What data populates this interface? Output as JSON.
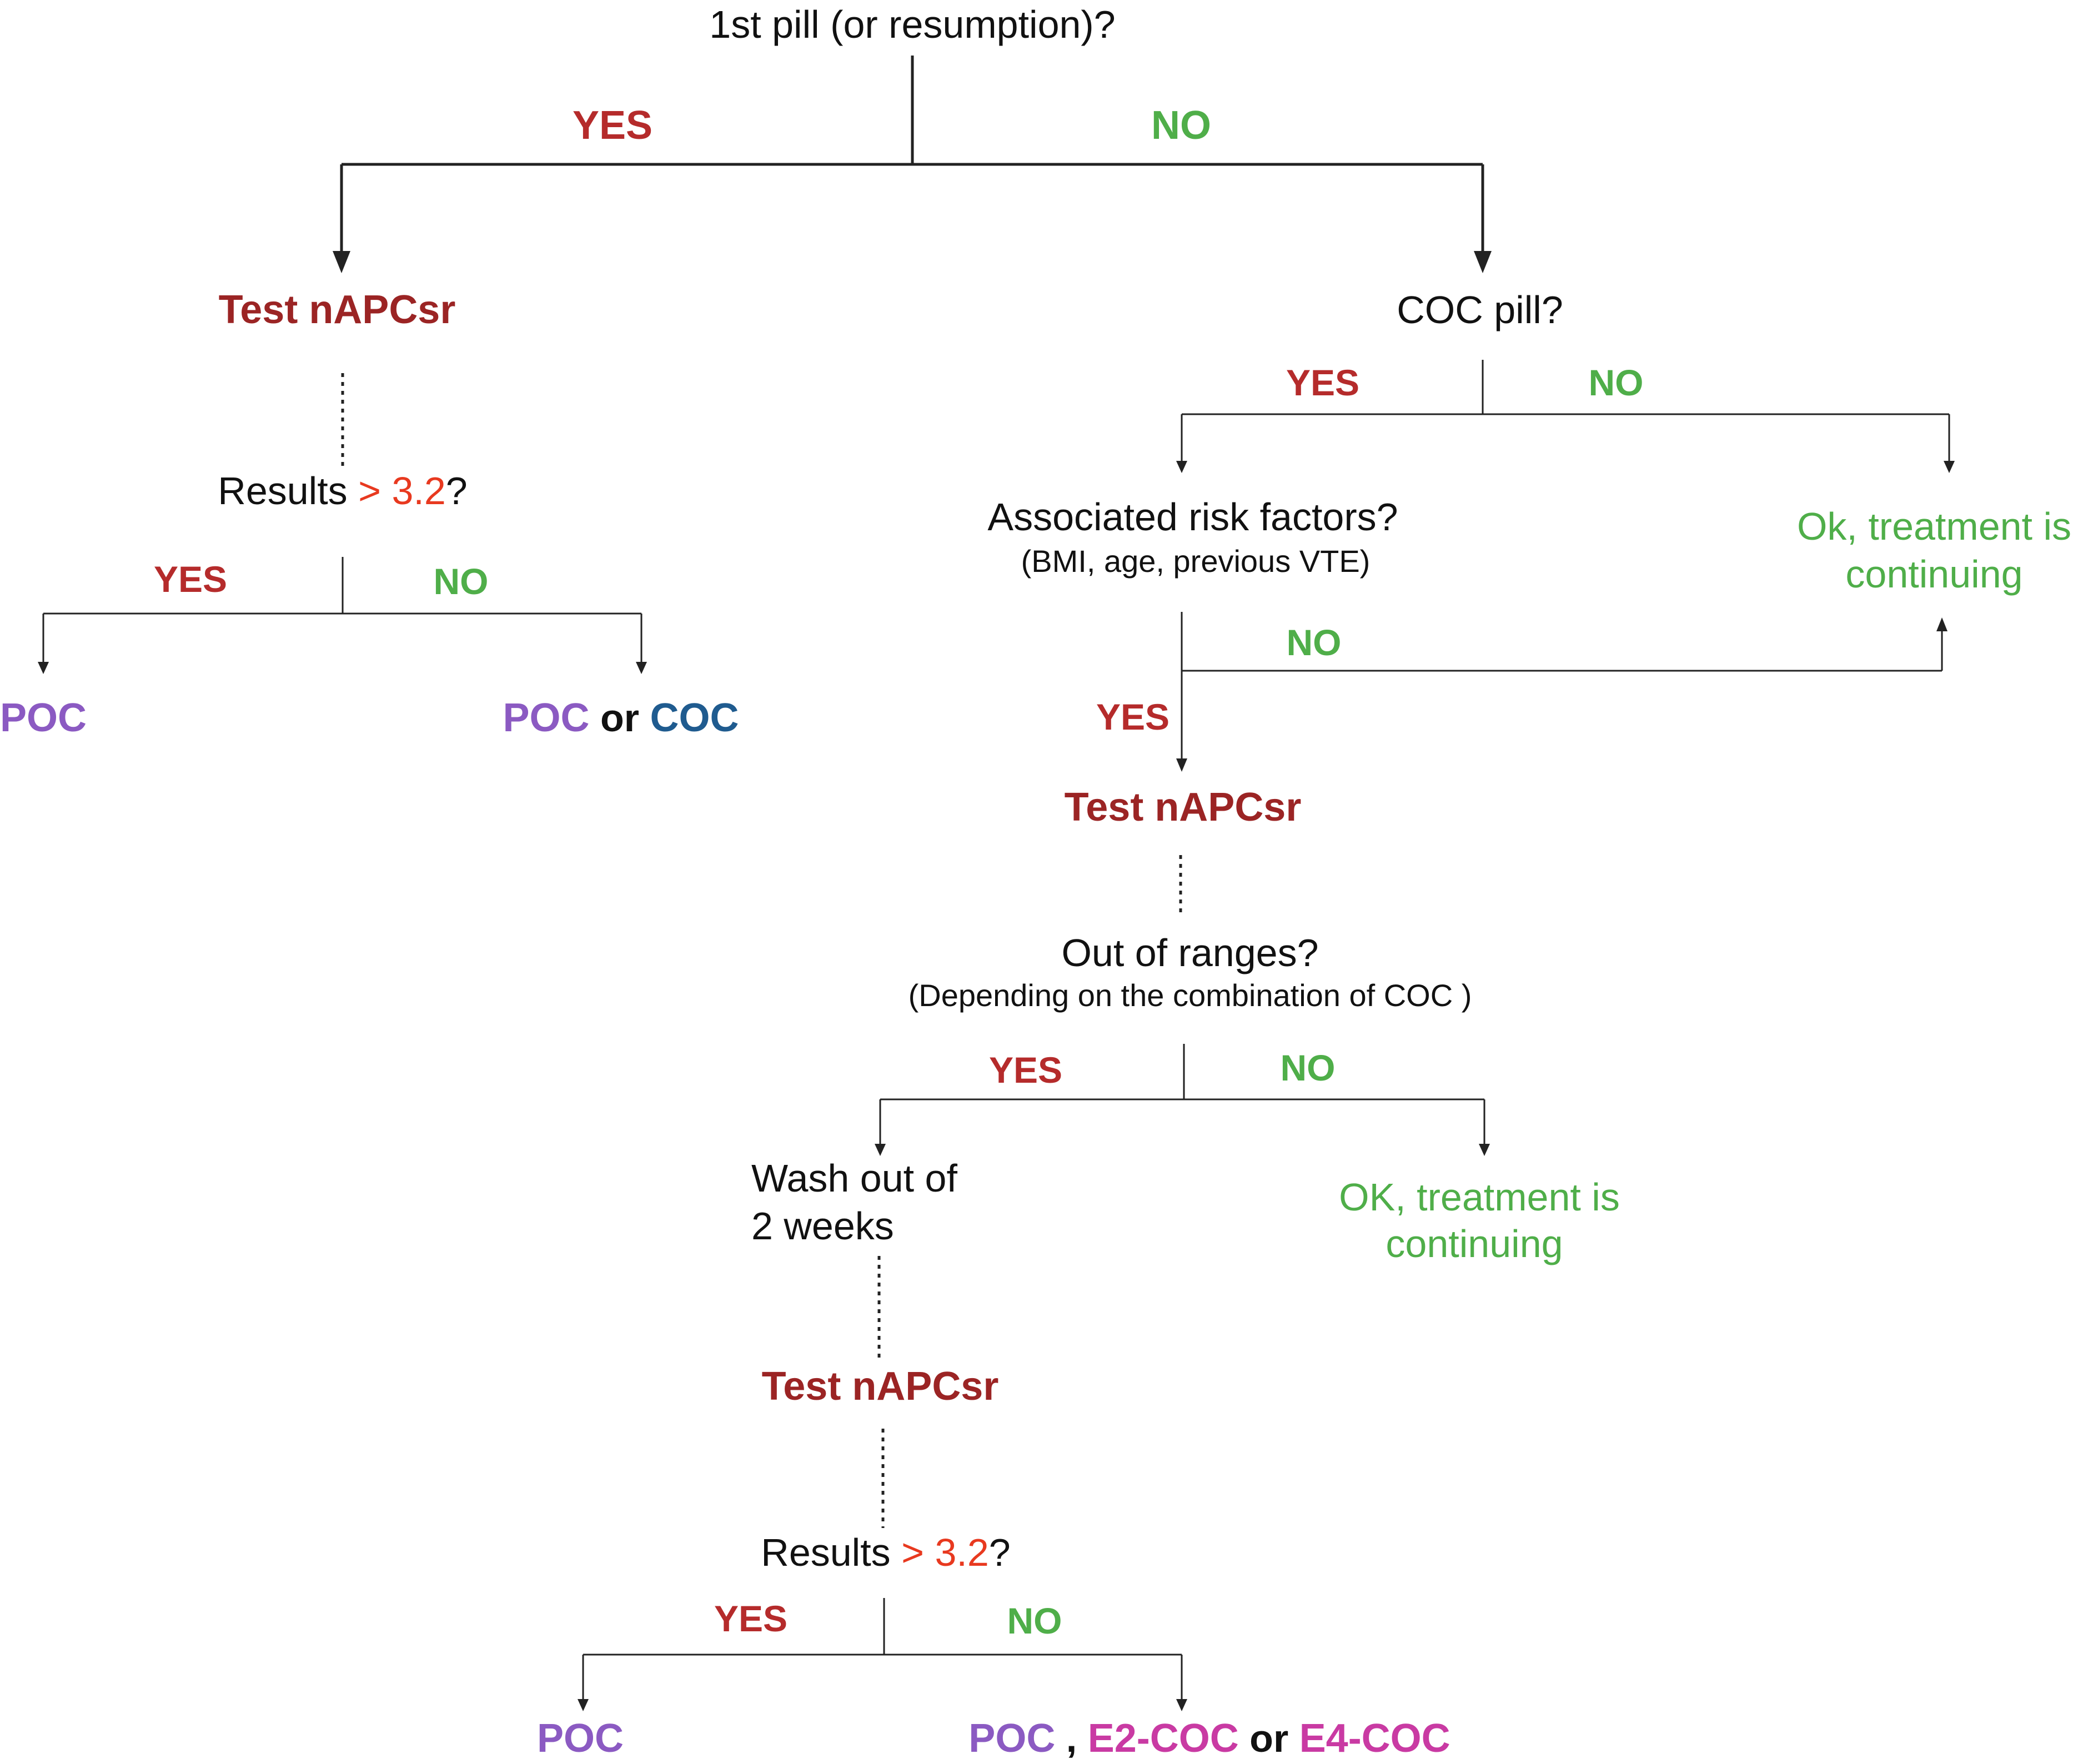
{
  "colors": {
    "yes": "#b52b2b",
    "no": "#4fae49",
    "test": "#9b2424",
    "poc": "#8b5ac2",
    "coc": "#1f5b8f",
    "ecoc": "#c93aa3",
    "threshold": "#e8391f",
    "text": "#111111"
  },
  "top": {
    "question": "1st pill (or resumption)?",
    "yes": "YES",
    "no": "NO"
  },
  "left": {
    "test": "Test nAPCsr",
    "results_prefix": "Results ",
    "threshold": "> 3.2",
    "results_suffix": "?",
    "yes": "YES",
    "no": "NO",
    "outcome_yes": "POC",
    "outcome_no_poc": "POC",
    "outcome_no_or": " or ",
    "outcome_no_coc": "COC"
  },
  "right": {
    "question": "COC pill?",
    "yes": "YES",
    "no": "NO",
    "risk_question": "Associated risk factors?",
    "risk_sub": "(BMI, age, previous VTE)",
    "ok_line1": "Ok, treatment is",
    "ok_line2": "continuing",
    "risk_no": "NO",
    "risk_yes": "YES",
    "test": "Test nAPCsr",
    "range_question": "Out of ranges?",
    "range_sub": "(Depending on the combination of COC )",
    "range_yes": "YES",
    "range_no": "NO",
    "wash_line1": "Wash out of",
    "wash_line2": "2 weeks",
    "ok2_line1": "OK, treatment is",
    "ok2_line2": "continuing",
    "test2": "Test nAPCsr",
    "results_prefix": "Results ",
    "threshold": "> 3.2",
    "results_suffix": "?",
    "final_yes": "YES",
    "final_no": "NO",
    "final_outcome_yes": "POC",
    "final_poc": "POC",
    "final_comma": " , ",
    "final_e2": "E2-COC",
    "final_or": " or ",
    "final_e4": "E4-COC"
  }
}
